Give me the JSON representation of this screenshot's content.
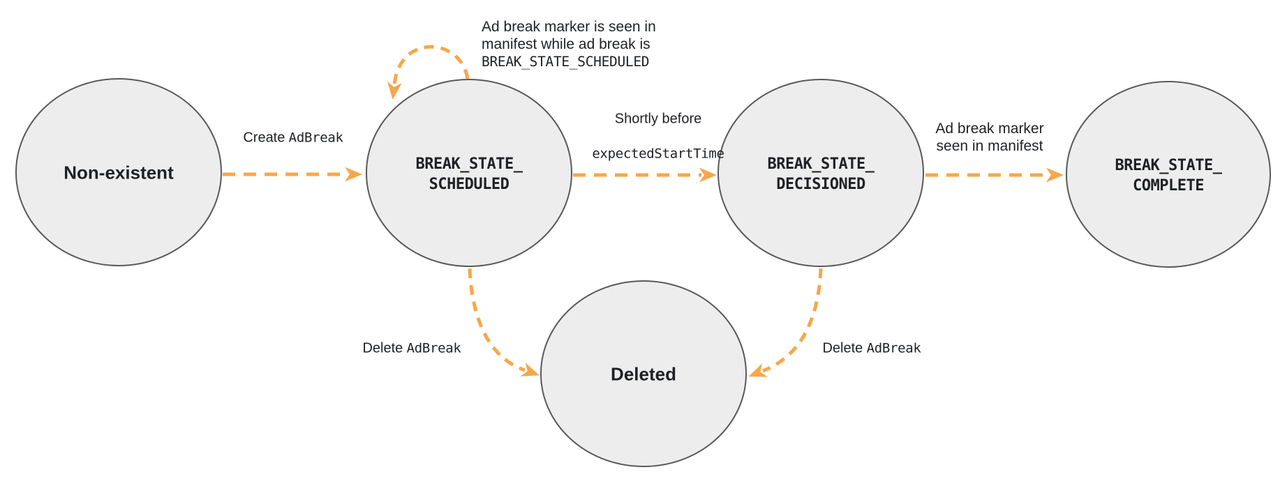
{
  "diagram": {
    "description": "Ad break lifecycle state diagram",
    "colors": {
      "arrow_orange": "#F7A74B",
      "node_fill": "#EDEDED",
      "node_border": "#58595B",
      "text": "#1F2124",
      "background": "#FFFFFF"
    },
    "states": [
      {
        "id": "non-existent",
        "label": "Non-existent",
        "mono": false
      },
      {
        "id": "break-state-scheduled",
        "label": "BREAK_STATE_\nSCHEDULED",
        "mono": true
      },
      {
        "id": "break-state-decisioned",
        "label": "BREAK_STATE_\nDECISIONED",
        "mono": true
      },
      {
        "id": "break-state-complete",
        "label": "BREAK_STATE_\nCOMPLETE",
        "mono": true
      },
      {
        "id": "deleted",
        "label": "Deleted",
        "mono": false
      }
    ],
    "edges": {
      "create": {
        "from": "Non-existent",
        "to": "BREAK_STATE_SCHEDULED",
        "label_text": "Create",
        "label_code": "AdBreak"
      },
      "self_loop": {
        "from": "BREAK_STATE_SCHEDULED",
        "to": "BREAK_STATE_SCHEDULED",
        "label_line1": "Ad break marker is seen in",
        "label_line2": "manifest while ad break is",
        "label_code": "BREAK_STATE_SCHEDULED"
      },
      "decision": {
        "from": "BREAK_STATE_SCHEDULED",
        "to": "BREAK_STATE_DECISIONED",
        "label_text": "Shortly before",
        "label_code": "expectedStartTime"
      },
      "complete": {
        "from": "BREAK_STATE_DECISIONED",
        "to": "BREAK_STATE_COMPLETE",
        "label_text": "Ad break marker\nseen in manifest"
      },
      "delete_left": {
        "from": "BREAK_STATE_SCHEDULED",
        "to": "Deleted",
        "label_text": "Delete",
        "label_code": "AdBreak"
      },
      "delete_right": {
        "from": "BREAK_STATE_DECISIONED",
        "to": "Deleted",
        "label_text": "Delete",
        "label_code": "AdBreak"
      }
    }
  }
}
